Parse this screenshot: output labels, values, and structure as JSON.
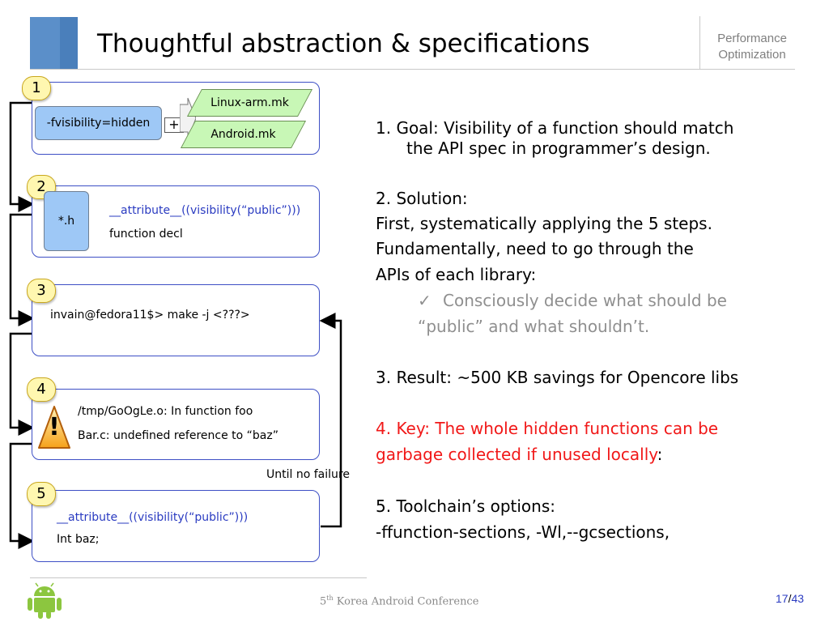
{
  "slide": {
    "title": "Thoughtful abstraction & specifications",
    "header_right": "Performance\nOptimization"
  },
  "diagram": {
    "step1": {
      "badge": "1",
      "flag_label": "-fvisibility=hidden",
      "plus": "+",
      "files": [
        "Linux-arm.mk",
        "Android.mk"
      ]
    },
    "step2": {
      "badge": "2",
      "file_label": "*.h",
      "attribute_line": "__attribute__((visibility(“public”)))",
      "decl_line": "function decl"
    },
    "step3": {
      "badge": "3",
      "command": "invain@fedora11$> make  -j <???>"
    },
    "step4": {
      "badge": "4",
      "warning_glyph": "!",
      "line1": "/tmp/GoOgLe.o: In function foo",
      "line2": "Bar.c: undefined reference to “baz”"
    },
    "loop_label": "Until no failure",
    "step5": {
      "badge": "5",
      "attribute_line": "__attribute__((visibility(“public”)))",
      "decl_line": "Int baz;"
    }
  },
  "notes": {
    "goal_line1": "1. Goal: Visibility of a function should match",
    "goal_line2": "the API spec in programmer’s design.",
    "solution_heading": "2. Solution:",
    "solution_line1": "First, systematically applying the 5 steps.",
    "solution_line2": "Fundamentally, need to go through the",
    "solution_line3": "APIs of each library:",
    "check_glyph": "✓",
    "bullet_line1": "Consciously decide what should be",
    "bullet_line2": "“public” and what shouldn’t.",
    "result": "3. Result: ~500 KB savings for Opencore libs",
    "key_line1": "4. Key: The whole hidden functions can be",
    "key_line2": "garbage collected if unused locally",
    "key_colon": ":",
    "toolchain_heading": "5. Toolchain’s options:",
    "toolchain_options": "-ffunction-sections, -Wl,--gcsections,"
  },
  "footer": {
    "conference_number": "5",
    "conference_suffix": "th",
    "conference_rest": " Korea Android Conference",
    "page_current": "17",
    "page_separator": "/",
    "page_total": "43"
  },
  "colors": {
    "accent_blue": "#2a3bc1",
    "box_border": "#3d4fc5",
    "key_red": "#f11818",
    "muted_gray": "#8f8f8f",
    "android_green": "#8cc63f",
    "badge_yellow": "#fff7b0"
  }
}
